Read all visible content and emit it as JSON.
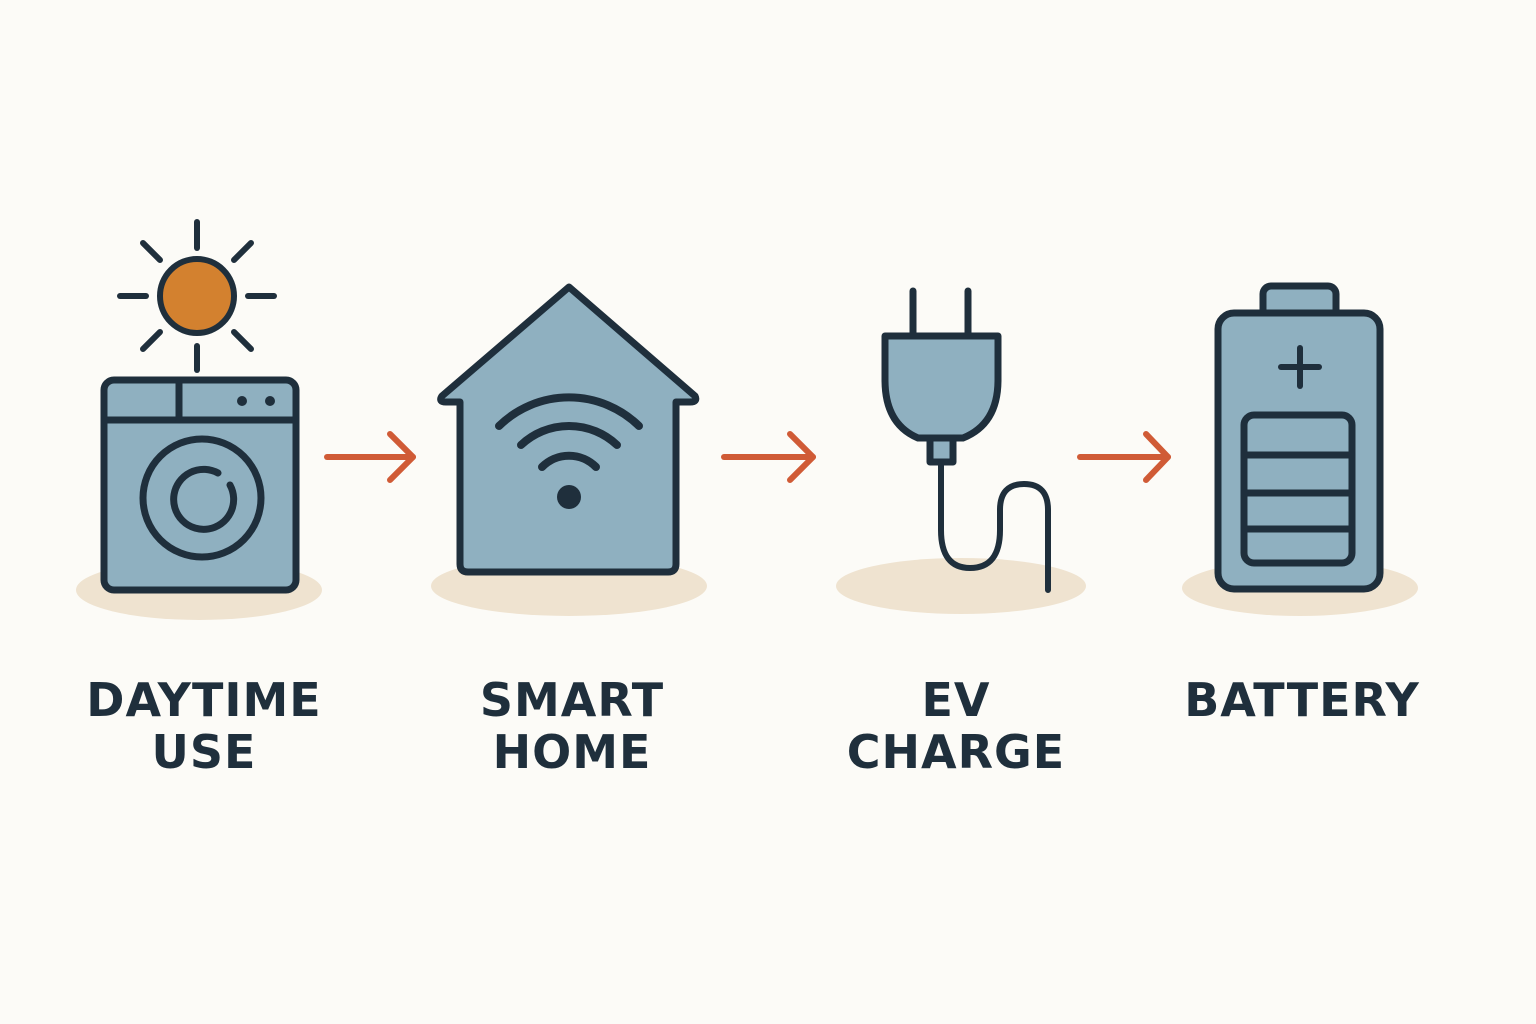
{
  "colors": {
    "background": "#fcfbf7",
    "outline": "#1f2f3c",
    "fill": "#8fb0c0",
    "sun": "#d3812f",
    "arrow": "#d05b36",
    "shadow": "#efe3d0"
  },
  "steps": [
    {
      "id": "daytime-use",
      "icon": "washing-machine-with-sun-icon",
      "label_lines": [
        "DAYTIME",
        "USE"
      ]
    },
    {
      "id": "smart-home",
      "icon": "smart-home-wifi-icon",
      "label_lines": [
        "SMART",
        "HOME"
      ]
    },
    {
      "id": "ev-charge",
      "icon": "ev-plug-icon",
      "label_lines": [
        "EV",
        "CHARGE"
      ]
    },
    {
      "id": "battery",
      "icon": "battery-icon",
      "label_lines": [
        "BATTERY"
      ]
    }
  ],
  "arrows": [
    {
      "from": "daytime-use",
      "to": "smart-home",
      "icon": "right-arrow-icon"
    },
    {
      "from": "smart-home",
      "to": "ev-charge",
      "icon": "right-arrow-icon"
    },
    {
      "from": "ev-charge",
      "to": "battery",
      "icon": "right-arrow-icon"
    }
  ]
}
